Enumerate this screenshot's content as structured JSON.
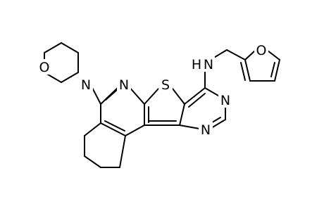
{
  "atoms": {
    "O_morpholine": "O",
    "N_morpholine": "N",
    "N_pyridine": "N",
    "S_thiophene": "S",
    "N_pyrimidine_upper": "N",
    "N_pyrimidine_lower": "N",
    "N_amine": "N",
    "H_amine": "H",
    "O_furan": "O"
  },
  "colors": {
    "bond": "#000000",
    "label": "#000000",
    "background": "#ffffff"
  }
}
